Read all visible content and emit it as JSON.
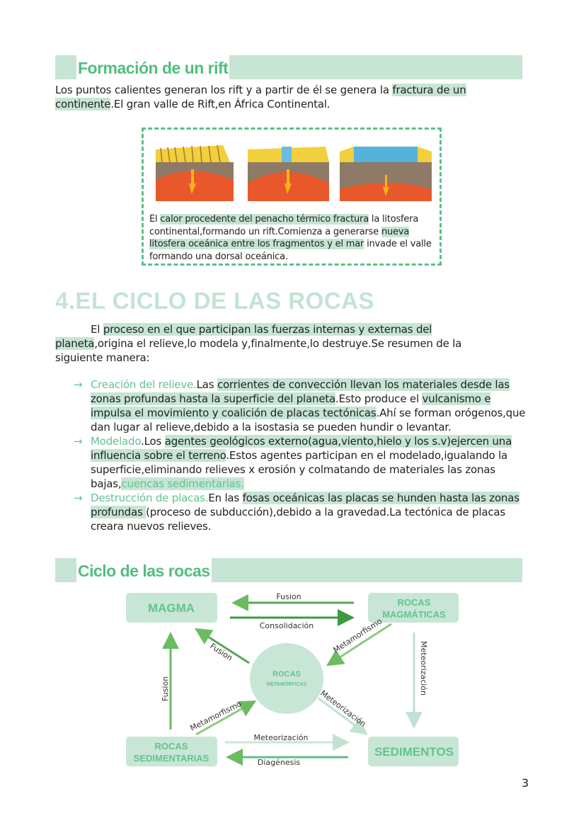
{
  "section1": {
    "title": "Formación de un rift",
    "p_a": "Los puntos calientes generan los rift y a partir de él se genera la ",
    "p_hl": "fractura de un continente",
    "p_b": ".El gran valle de Rift,en África Continental."
  },
  "figure": {
    "cap_a": "El ",
    "cap_hl1": "calor procedente del penacho térmico fractura",
    "cap_b": " la litosfera continental,formando un rift.Comienza a generarse ",
    "cap_hl2": "nueva litosfera oceánica entre los fragmentos y el mar",
    "cap_c": " invade el valle formando una dorsal oceánica."
  },
  "section2": {
    "title": "4.EL CICLO DE LAS ROCAS",
    "intro_a": "El ",
    "intro_hl": "proceso en el que participan las fuerzas internas y externas del planeta",
    "intro_b": ",origina el relieve,lo modela y,finalmente,lo destruye.Se resumen de la siguiente manera:",
    "arrow": "→",
    "items": [
      {
        "term": "Creación del relieve.",
        "a": "Las ",
        "hl1": "corrientes de convección llevan los materiales desde las zonas profundas hasta la superficie del planeta",
        "b": ".Esto produce el ",
        "hl2": "vulcanismo e impulsa el movimiento y coalición de placas tectónicas",
        "c": ".Ahí se forman orógenos,que dan lugar al relieve,debido a la isostasia se pueden hundir o levantar."
      },
      {
        "term": "Modelado",
        "a": ".Los ",
        "hl1": "agentes geológicos externo(agua,viento,hielo y los s.v)ejercen una influencia sobre el terreno",
        "b": ".Estos agentes participan en el modelado,igualando la superficie,eliminando relieves x erosión y colmatando de materiales las zonas bajas,",
        "hl2": "cuencas sedimentarias.",
        "c": ""
      },
      {
        "term": "Destrucción de placas.",
        "a": "En las ",
        "hl1": "fosas oceánicas las placas se hunden hasta las zonas profundas ",
        "b": "(proceso de subducción),debido a la gravedad.La tectónica de placas creara nuevos relieves.",
        "hl2": "",
        "c": ""
      }
    ]
  },
  "section3": {
    "title": "Ciclo de las rocas"
  },
  "diagram": {
    "magma": "MAGMA",
    "magmaticas_1": "ROCAS",
    "magmaticas_2": "MAGMÁTICAS",
    "metamorficas_1": "ROCAS",
    "metamorficas_2": "METAMÓRFICAS",
    "sedimentarias_1": "ROCAS",
    "sedimentarias_2": "SEDIMENTARIAS",
    "sedimentos": "SEDIMENTOS",
    "fusion_top": "Fusion",
    "consolidacion": "Consolidación",
    "fusion_diag": "Fusion",
    "metamorfismo_top": "Metamorfismo",
    "meteorizacion_right": "Meteorización",
    "fusion_left": "Fusion",
    "metamorfismo_bottom": "Metamorfismo",
    "meteorizacion_diag": "Meteorización",
    "meteorizacion_bottom": "Meteorización",
    "diagenesis": "Diagénesis"
  },
  "page_number": "3"
}
